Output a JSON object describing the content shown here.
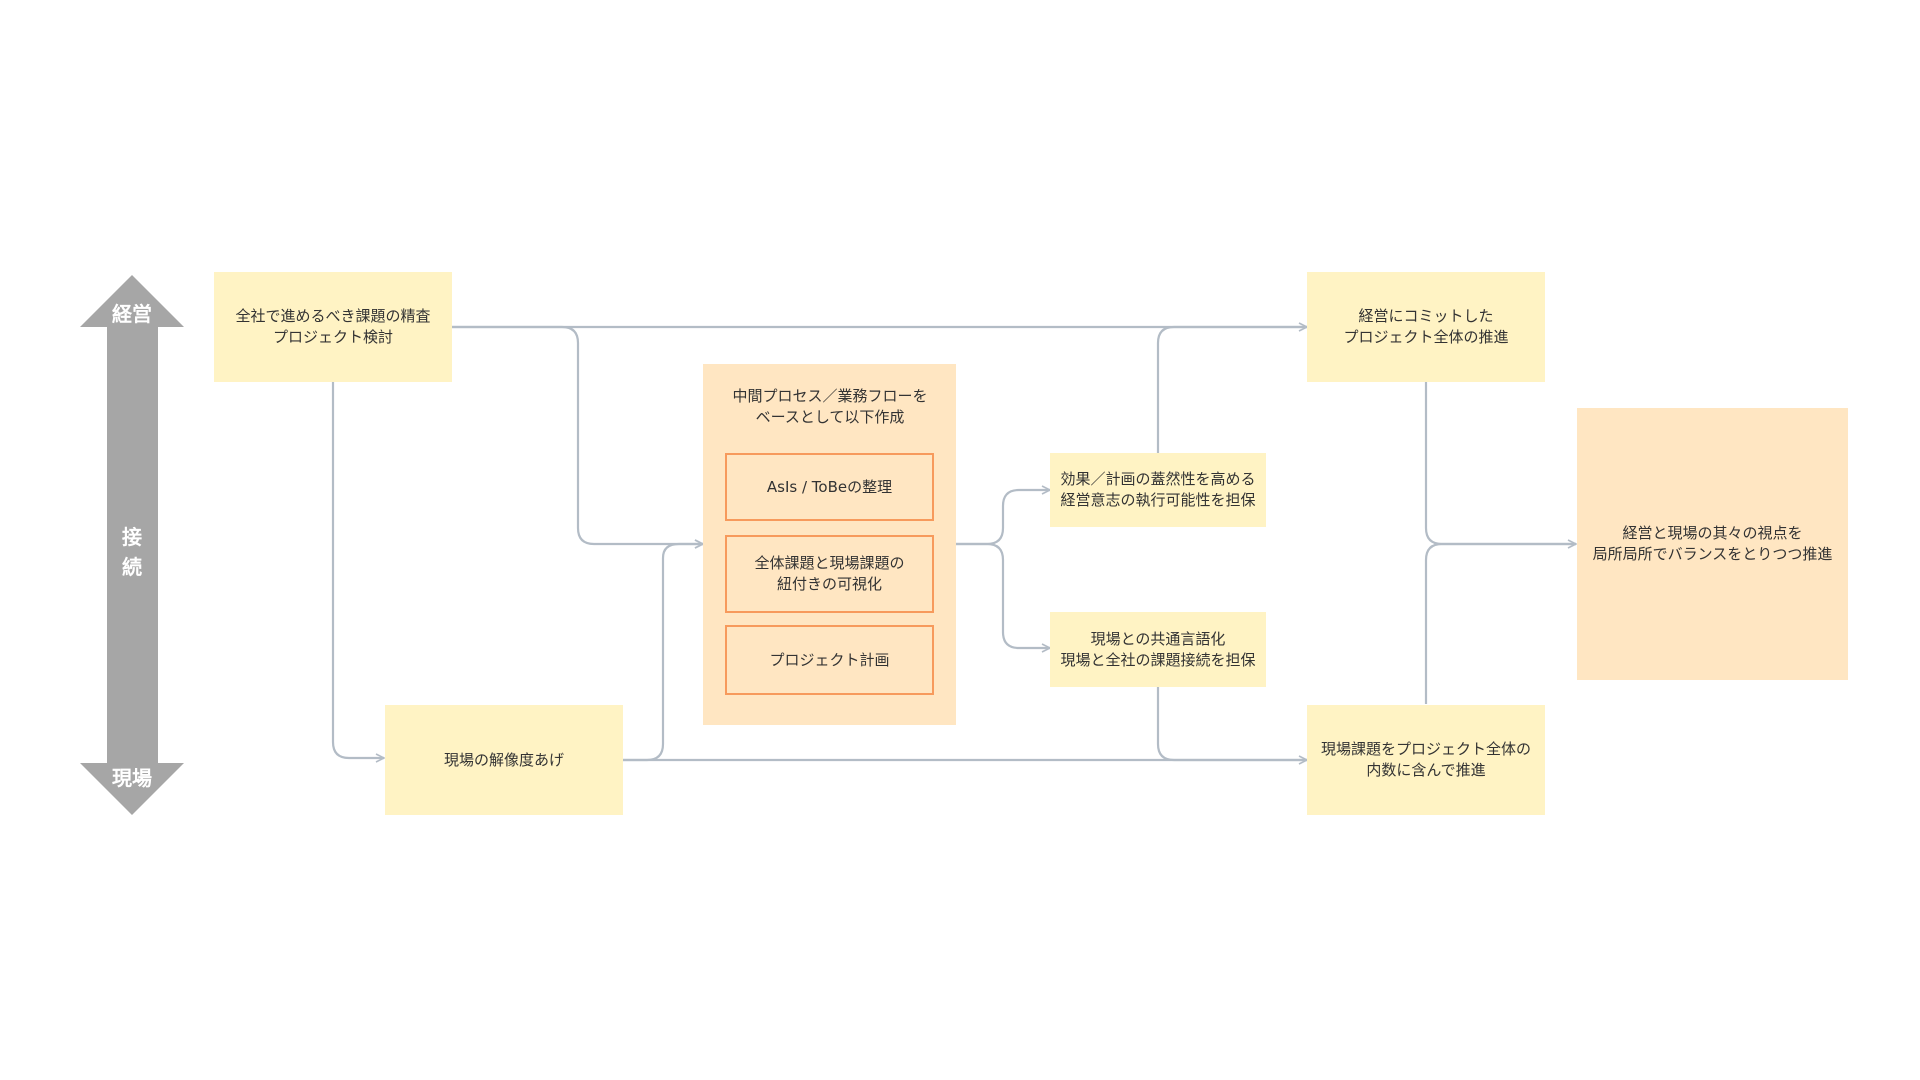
{
  "axis": {
    "top_label": "経営",
    "middle_label": "接\n続",
    "bottom_label": "現場"
  },
  "nodes": {
    "company_issues": "全社で進めるべき課題の精査\nプロジェクト検討",
    "site_resolution": "現場の解像度あげ",
    "middle_process": {
      "title": "中間プロセス／業務フローを\nベースとして以下作成",
      "items": [
        "AsIs / ToBeの整理",
        "全体課題と現場課題の\n紐付きの可視化",
        "プロジェクト計画"
      ]
    },
    "effect_plan": "効果／計画の蓋然性を高める\n経営意志の執行可能性を担保",
    "common_language": "現場との共通言語化\n現場と全社の課題接続を担保",
    "management_commit": "経営にコミットした\nプロジェクト全体の推進",
    "site_issues_promotion": "現場課題をプロジェクト全体の\n内数に含んで推進",
    "balance": "経営と現場の其々の視点を\n局所局所でバランスをとりつつ推進"
  },
  "colors": {
    "axis_arrow": "#a6a6a6",
    "yellow_box": "#fff3c4",
    "peach_box": "#ffe6c2",
    "inner_border": "#f79a5c",
    "connector": "#b3bcc6"
  }
}
